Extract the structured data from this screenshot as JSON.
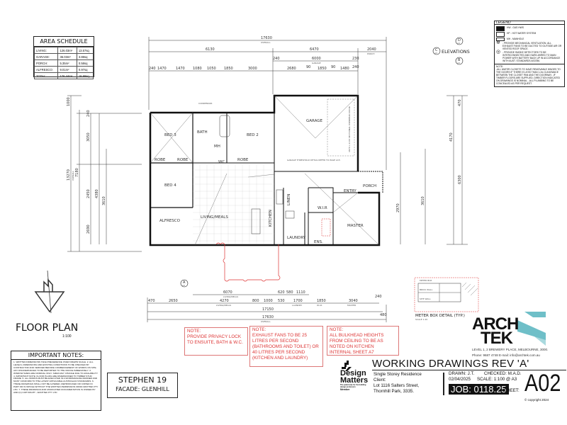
{
  "area_schedule": {
    "title": "AREA SCHEDULE",
    "rows": [
      {
        "label": "LIVING:",
        "m2": "126.03m²",
        "sq": "13.57sq"
      },
      {
        "label": "GARAGE:",
        "m2": "36.03m²",
        "sq": "3.88sq"
      },
      {
        "label": "PORCH:",
        "m2": "5.35m²",
        "sq": "0.58sq"
      },
      {
        "label": "ALFRESCO:",
        "m2": "9.01m²",
        "sq": "0.97sq"
      },
      {
        "label": "TOTAL:",
        "m2": "176.44m²",
        "sq": "18.99sq"
      }
    ]
  },
  "legend": {
    "title": "LEGEND",
    "items": [
      "HW - GAS HWS",
      "HP - HOT WATER SYSTEM",
      "MH - MANHOLE"
    ],
    "exhaust": "- PROVIDE MECHANICAL VENTILATION. ALL EXHAUST FANS TO BE DUCTED TO OUTSIDE AIR OR VENTED ROOF SPACE.",
    "smoke": "- PROVIDE SMOKE DETECTORS TO BE INTERCONNECTED AND HARD-WIRED TO MAIN POWER WITH BATTERY BACK UP IN ACCORDANCE WITH AUST. STANDARDS AS3786.",
    "note_title": "NOTE:",
    "note": "-ALL WATER CLOSETS TO HAVE REMOVABLE HINGES TO THE DOORS IF THERE IS LESS THAN 1.2m CLEARANCE BETWEEN THE CLOSET PAN AND THE DOORWAY. -IF TIMBER FLOORS ARE SUPPLIED, DIRECTION INDICATED ON DRAWINGS IS NOMINAL. -ALL PLUMBING TO BE CONCEALED AS PER REQUEST."
  },
  "elevations_label": "ELEVATIONS",
  "elevation_marks": [
    "D",
    "A4",
    "C",
    "A3",
    "B",
    "A3",
    "A",
    "A4"
  ],
  "rooms": [
    "BED 3",
    "BATH",
    "BED 2",
    "GARAGE",
    "ROBE",
    "ROBE",
    "ROBE",
    "WC",
    "MH",
    "BED 4",
    "LIVING/MEALS",
    "ALFRESCO",
    "KITCHEN",
    "LAUNDRY",
    "LINEN",
    "W.I.R",
    "ENS.",
    "ENTRY",
    "PORCH",
    "MASTER",
    "CONDENSOR",
    "GARAGE THRESHOLD DETAIL REFER TO PAGE A15",
    "4870 x 2130 SECTIONAL OVERHEAD DOOR"
  ],
  "dims_top": {
    "overall": "17630",
    "overall_sub": "OVERALL",
    "row2": [
      "6130",
      "6470",
      "2040"
    ],
    "porch_sub": "PORCH",
    "row3": [
      "240",
      "6000",
      "230"
    ],
    "garage_sub": "GARAGE",
    "row4": [
      "240",
      "1470",
      "1470",
      "1080",
      "1050",
      "1850",
      "3000",
      "2680",
      "90",
      "1850",
      "90",
      "1480",
      "240"
    ]
  },
  "dims_left": [
    "13270",
    "OVERALL",
    "7180",
    "3050",
    "4380",
    "2450",
    "2690",
    "3610",
    "240",
    "1000"
  ],
  "dims_right": [
    "4170",
    "3610",
    "2970",
    "470",
    "6300"
  ],
  "dims_bottom": {
    "row1": [
      "6070",
      "620",
      "580",
      "1110"
    ],
    "row1_sub": "LIVING/MEALS",
    "row2": [
      "470",
      "2650",
      "4270",
      "800",
      "1000",
      "530",
      "1700",
      "1850",
      "3040",
      "240"
    ],
    "row2_subs": [
      "LIVING/MEALS",
      "LAUNDRY",
      "W.I.R",
      "MASTER"
    ],
    "total": "17150",
    "overall": "17630",
    "overall_sub": "OVERALL",
    "end": "480"
  },
  "meter_box": {
    "title": "METER BOX DETAIL (TYP.)",
    "sub": "SCALE 1:20",
    "labels": [
      "METER BOX",
      "BRICK WALL",
      "SITE WALL"
    ]
  },
  "red_notes": [
    {
      "title": "NOTE:",
      "body": "PROVIDE PRIVACY LOCK TO ENSUITE, BATH & W.C."
    },
    {
      "title": "NOTE:",
      "body": "EXHAUST FANS TO BE 25 LITRES PER SECOND (BATHROOMS AND TOILET) OR 40 LITRES PER SECOND (KITCHEN AND LAUNDRY)"
    },
    {
      "title": "NOTE:",
      "body": "ALL BULKHEAD HEIGHTS FROM CEILING TO BE AS NOTED ON KITCHEN INTERNAL SHEET A7"
    }
  ],
  "floor_plan": {
    "title": "FLOOR PLAN",
    "scale": "1:100"
  },
  "important_notes": {
    "title": "IMPORTANT NOTES:",
    "body": "1. WRITTEN DIMENSIONS TAKE PRECEDENCE OVER DRAWN SCALE. 2. ALL LEVELS, DIMENSIONS AND EXISTING CONDITIONS TO BE CHECKED BY CONTRACTOR AND VERIFIED BEFORE COMMENCEMENT OF WORKS ON SITE. ANY DISCREPANCIES TO BE REPORTED TO THE OFFICE IMMEDIATELY. 3. WINDOW SIZES ARE NOMINAL ONLY. SIZES MAY CHANGE DUE TO AVAILABILITY. 4. IMPORTANT NOTE: FLOOR PLANS ARE DIMENSIONED TO TIMBER STUD FRAME. 5. ALL WORKS MUST BE EXECUTED IN A WORKMANLIKE MANNER AND MUST CONFORM TO THE LATEST APPLICABLE AUSTRALIAN STANDARDS. 6. THESE DRAWINGS SHALL NOT BE ALTERED, REPRODUCED OR COPIED IN PART OR IN WHOLE WITHOUT THE WRITTEN PERMISSION FROM ARCHTEK PTY LTD. 7. THESE DRAWINGS AND ASSOCIATED DOCUMENTATION IS OWNED BY AND (C) COPYRIGHT - ARCHTEK PTY LTD"
  },
  "design": {
    "name": "STEPHEN 19",
    "facade": "FACADE: GLENHILL"
  },
  "title_block": {
    "heading": "WORKING DRAWINGS REV 'A'",
    "project": "Single Storey Residence",
    "client_label": "Client:",
    "address1": "Lot 1116 Salters Street,",
    "address2": "Thornhill Park, 3335.",
    "drawn": "DRAWN:  J.T.",
    "checked": "CHECKED: M.A.D.",
    "date": "02/04/2025",
    "scale": "SCALE: 1:100 @ A3",
    "job": "JOB: 0118.25",
    "sheet_label": "SHEET:",
    "sheet": "A02",
    "copyright": "© copyright 2024"
  },
  "design_matters": {
    "line1": "Design",
    "line2": "Matters",
    "tag": "The peak body for the building design profession",
    "member": "Member"
  },
  "company": {
    "logo_line1": "ARCH",
    "logo_line2": "TEK",
    "address": "LEVEL 1, 2 BREWERY PLACE, MELBOURNE, 3000.",
    "contact": "Phone: 9687 4748 E-mail: info@archtek.com.au",
    "accent": "#6fbfc8"
  }
}
